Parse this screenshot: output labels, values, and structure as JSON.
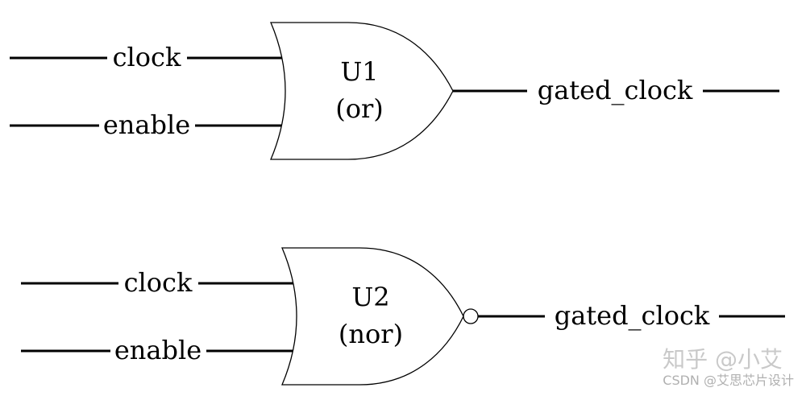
{
  "diagram": {
    "gate1": {
      "name": "U1",
      "type_label": "(or)",
      "input_a": "clock",
      "input_b": "enable",
      "output": "gated_clock"
    },
    "gate2": {
      "name": "U2",
      "type_label": "(nor)",
      "input_a": "clock",
      "input_b": "enable",
      "output": "gated_clock"
    }
  },
  "watermark": {
    "zhihu": "知乎 @小艾",
    "csdn": "CSDN @艾思芯片设计"
  }
}
